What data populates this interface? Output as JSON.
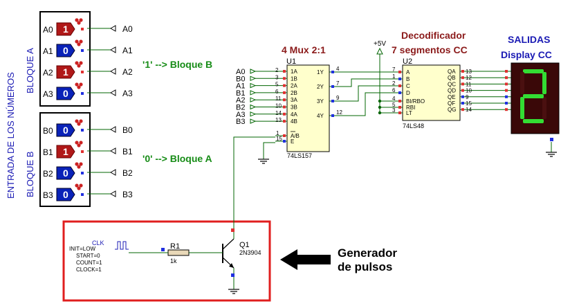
{
  "side_label_1": "ENTRADA DE LOS NÚMEROS",
  "side_label_2a": "BLOQUE A",
  "side_label_2b": "BLOQUE B",
  "bloque_a": [
    {
      "name": "A0",
      "value": "1"
    },
    {
      "name": "A1",
      "value": "0"
    },
    {
      "name": "A2",
      "value": "1"
    },
    {
      "name": "A3",
      "value": "0"
    }
  ],
  "bloque_b": [
    {
      "name": "B0",
      "value": "0"
    },
    {
      "name": "B1",
      "value": "1"
    },
    {
      "name": "B2",
      "value": "0"
    },
    {
      "name": "B3",
      "value": "0"
    }
  ],
  "note_b": "'1' --> Bloque B",
  "note_a": "'0' --> Bloque A",
  "mux": {
    "title": "4 Mux 2:1",
    "ref": "U1",
    "part": "74LS157",
    "left_pins": [
      {
        "num": "2",
        "name": "1A"
      },
      {
        "num": "3",
        "name": "1B"
      },
      {
        "num": "5",
        "name": "2A"
      },
      {
        "num": "6",
        "name": "2B"
      },
      {
        "num": "11",
        "name": "3A"
      },
      {
        "num": "10",
        "name": "3B"
      },
      {
        "num": "14",
        "name": "4A"
      },
      {
        "num": "13",
        "name": "4B"
      }
    ],
    "ctrl_pins": [
      {
        "num": "1",
        "name": "A/B"
      },
      {
        "num": "15",
        "name": "E"
      }
    ],
    "right_pins": [
      {
        "num": "4",
        "name": "1Y"
      },
      {
        "num": "7",
        "name": "2Y"
      },
      {
        "num": "9",
        "name": "3Y"
      },
      {
        "num": "12",
        "name": "4Y"
      }
    ],
    "inputs": [
      "A0",
      "B0",
      "A1",
      "B1",
      "A2",
      "B2",
      "A3",
      "B3"
    ]
  },
  "decoder": {
    "title1": "Decodificador",
    "title2": "7 segmentos CC",
    "ref": "U2",
    "part": "74LS48",
    "supply": "+5V",
    "left_pins": [
      {
        "num": "7",
        "name": "A"
      },
      {
        "num": "1",
        "name": "B"
      },
      {
        "num": "2",
        "name": "C"
      },
      {
        "num": "6",
        "name": "D"
      },
      {
        "num": "4",
        "name": "BI/RBO"
      },
      {
        "num": "5",
        "name": "RBI"
      },
      {
        "num": "3",
        "name": "LT"
      }
    ],
    "right_pins": [
      {
        "num": "13",
        "name": "QA"
      },
      {
        "num": "12",
        "name": "QB"
      },
      {
        "num": "11",
        "name": "QC"
      },
      {
        "num": "10",
        "name": "QD"
      },
      {
        "num": "9",
        "name": "QE"
      },
      {
        "num": "15",
        "name": "QF"
      },
      {
        "num": "14",
        "name": "QG"
      }
    ]
  },
  "display": {
    "title1": "SALIDAS",
    "title2": "Display CC",
    "digit": "2"
  },
  "clock": {
    "label": "CLK",
    "params": [
      "INIT=LOW",
      "START=0",
      "COUNT=1",
      "CLOCK=1"
    ]
  },
  "resistor": {
    "ref": "R1",
    "value": "1k"
  },
  "transistor": {
    "ref": "Q1",
    "part": "2N3904"
  },
  "generator_label_1": "Generador",
  "generator_label_2": "de pulsos",
  "colors": {
    "wire": "#006400",
    "blue_text": "#1a1ab4",
    "dark_red": "#8b1a1a",
    "green_text": "#168c16",
    "chip_fill": "#ffffcc",
    "led_on": "#33dd33",
    "box_red": "#e01e1e"
  }
}
